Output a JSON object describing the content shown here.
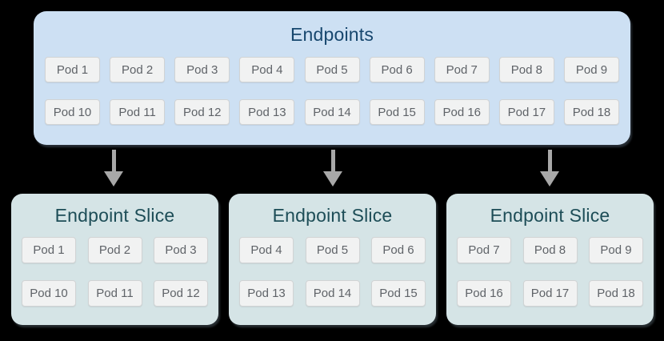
{
  "colors": {
    "page_bg": "#000000",
    "endpoints_bg": "#cde0f3",
    "endpoints_title": "#17476e",
    "slice_bg": "#d5e4e6",
    "slice_title": "#1d4d57",
    "pod_bg": "#f1f2f2",
    "pod_border": "#d1d3d4",
    "pod_text": "#5f6368",
    "arrow": "#a8a8a8"
  },
  "icons": {
    "flow_arrow": "down-arrow"
  },
  "endpoints": {
    "title": "Endpoints",
    "pods_row1": [
      "Pod 1",
      "Pod 2",
      "Pod 3",
      "Pod 4",
      "Pod 5",
      "Pod 6",
      "Pod 7",
      "Pod 8",
      "Pod 9"
    ],
    "pods_row2": [
      "Pod 10",
      "Pod 11",
      "Pod 12",
      "Pod 13",
      "Pod 14",
      "Pod 15",
      "Pod 16",
      "Pod 17",
      "Pod 18"
    ]
  },
  "slices": [
    {
      "title": "Endpoint Slice",
      "pods_row1": [
        "Pod 1",
        "Pod 2",
        "Pod 3"
      ],
      "pods_row2": [
        "Pod 10",
        "Pod 11",
        "Pod 12"
      ]
    },
    {
      "title": "Endpoint Slice",
      "pods_row1": [
        "Pod 4",
        "Pod 5",
        "Pod 6"
      ],
      "pods_row2": [
        "Pod 13",
        "Pod 14",
        "Pod 15"
      ]
    },
    {
      "title": "Endpoint Slice",
      "pods_row1": [
        "Pod 7",
        "Pod 8",
        "Pod 9"
      ],
      "pods_row2": [
        "Pod 16",
        "Pod 17",
        "Pod 18"
      ]
    }
  ]
}
